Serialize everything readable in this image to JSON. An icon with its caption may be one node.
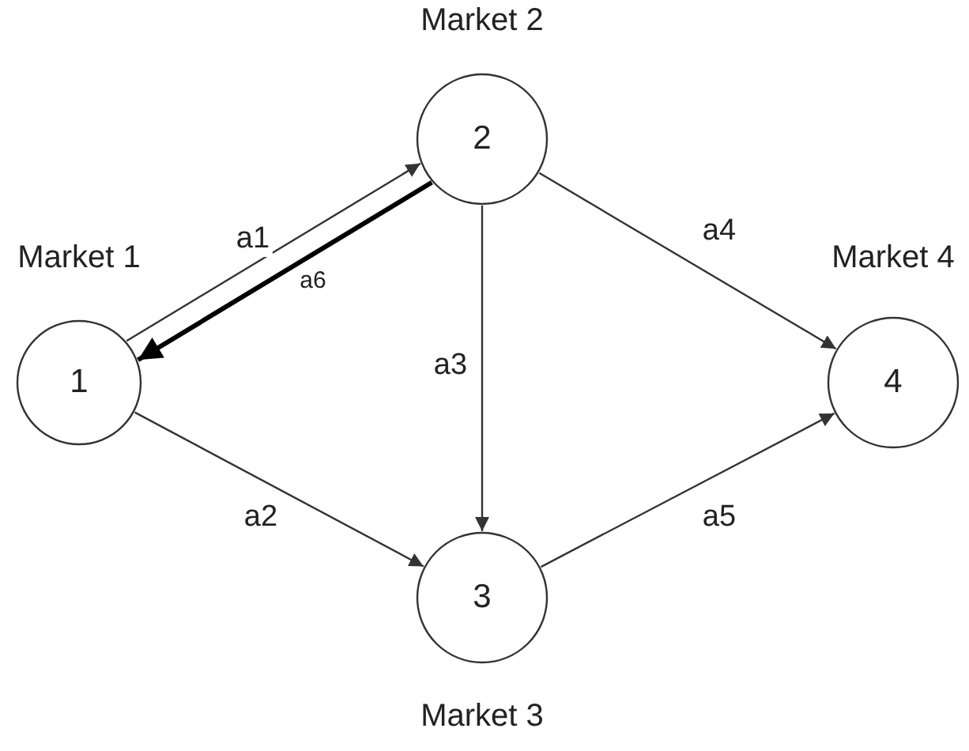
{
  "diagram": {
    "nodes": [
      {
        "text": [
          "1"
        ],
        "beside": [
          "Market 1"
        ]
      },
      {
        "text": [
          "2"
        ],
        "beside": [
          "Market 2"
        ]
      },
      {
        "text": [
          "3"
        ],
        "beside": [
          "Market 3"
        ]
      },
      {
        "text": [
          "4"
        ],
        "beside": [
          "Market 4"
        ]
      }
    ],
    "edges": [
      {
        "from": 0,
        "to": 1,
        "arrow": "to",
        "label": "a1"
      },
      {
        "from": 1,
        "to": 0,
        "arrow": "to",
        "label": "a6",
        "style": "thick"
      },
      {
        "from": 0,
        "to": 2,
        "arrow": "to",
        "label": "a2"
      },
      {
        "from": 1,
        "to": 2,
        "arrow": "to",
        "label": "a3"
      },
      {
        "from": 1,
        "to": 3,
        "arrow": "to",
        "label": "a4"
      },
      {
        "from": 2,
        "to": 3,
        "arrow": "to",
        "label": "a5"
      }
    ]
  }
}
